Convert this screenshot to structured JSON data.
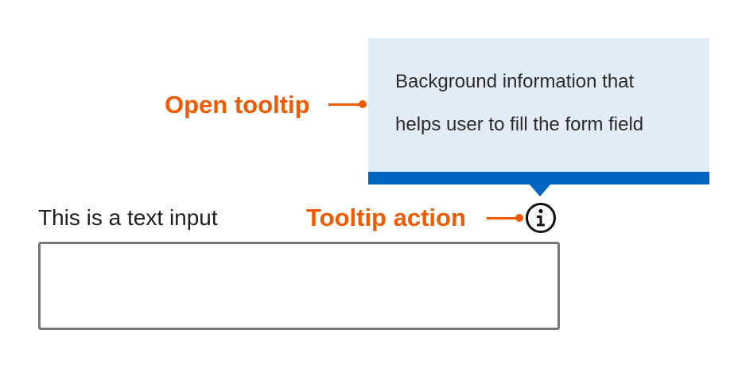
{
  "tooltip": {
    "lines": [
      "Background information that",
      "helps user to fill the form field"
    ]
  },
  "annotations": {
    "open_tooltip": "Open tooltip",
    "tooltip_action": "Tooltip action"
  },
  "field": {
    "label": "This is a text input",
    "value": "",
    "placeholder": ""
  },
  "icons": {
    "tooltip_trigger": "info-icon"
  },
  "colors": {
    "annotation": "#f05a00",
    "tooltip_background": "#e3edf7",
    "tooltip_accent": "#0066c0",
    "input_border": "#767676"
  }
}
